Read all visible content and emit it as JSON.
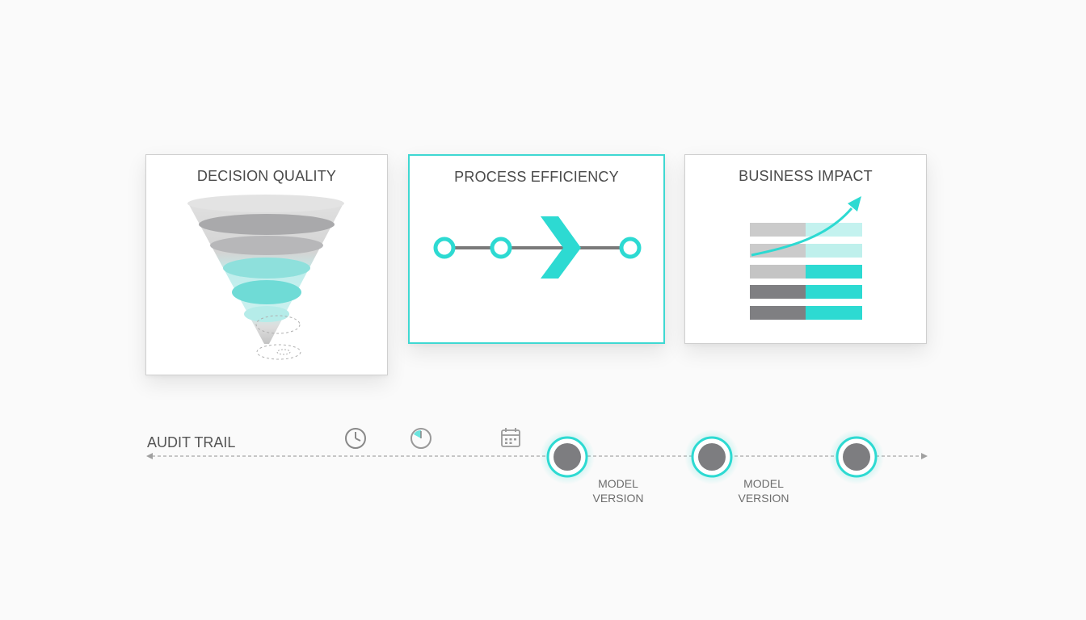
{
  "cards": {
    "decision_quality": {
      "title": "DECISION QUALITY",
      "icon": "funnel-icon"
    },
    "process_efficiency": {
      "title": "PROCESS EFFICIENCY",
      "icon": "process-flow-icon"
    },
    "business_impact": {
      "title": "BUSINESS IMPACT",
      "icon": "growth-bars-icon"
    }
  },
  "audit_trail": {
    "label": "AUDIT TRAIL",
    "icons": [
      "clock-icon",
      "timer-icon",
      "calendar-icon"
    ],
    "milestones": [
      {
        "label_line1": "MODEL",
        "label_line2": "VERSION"
      },
      {
        "label_line1": "MODEL",
        "label_line2": "VERSION"
      },
      {
        "label_line1": "",
        "label_line2": ""
      }
    ]
  },
  "colors": {
    "accent": "#2ddad2",
    "accent_light": "#b6efec",
    "gray_dark": "#7d7d80",
    "gray_light": "#c8c8c8",
    "border": "#cfcfcf"
  }
}
